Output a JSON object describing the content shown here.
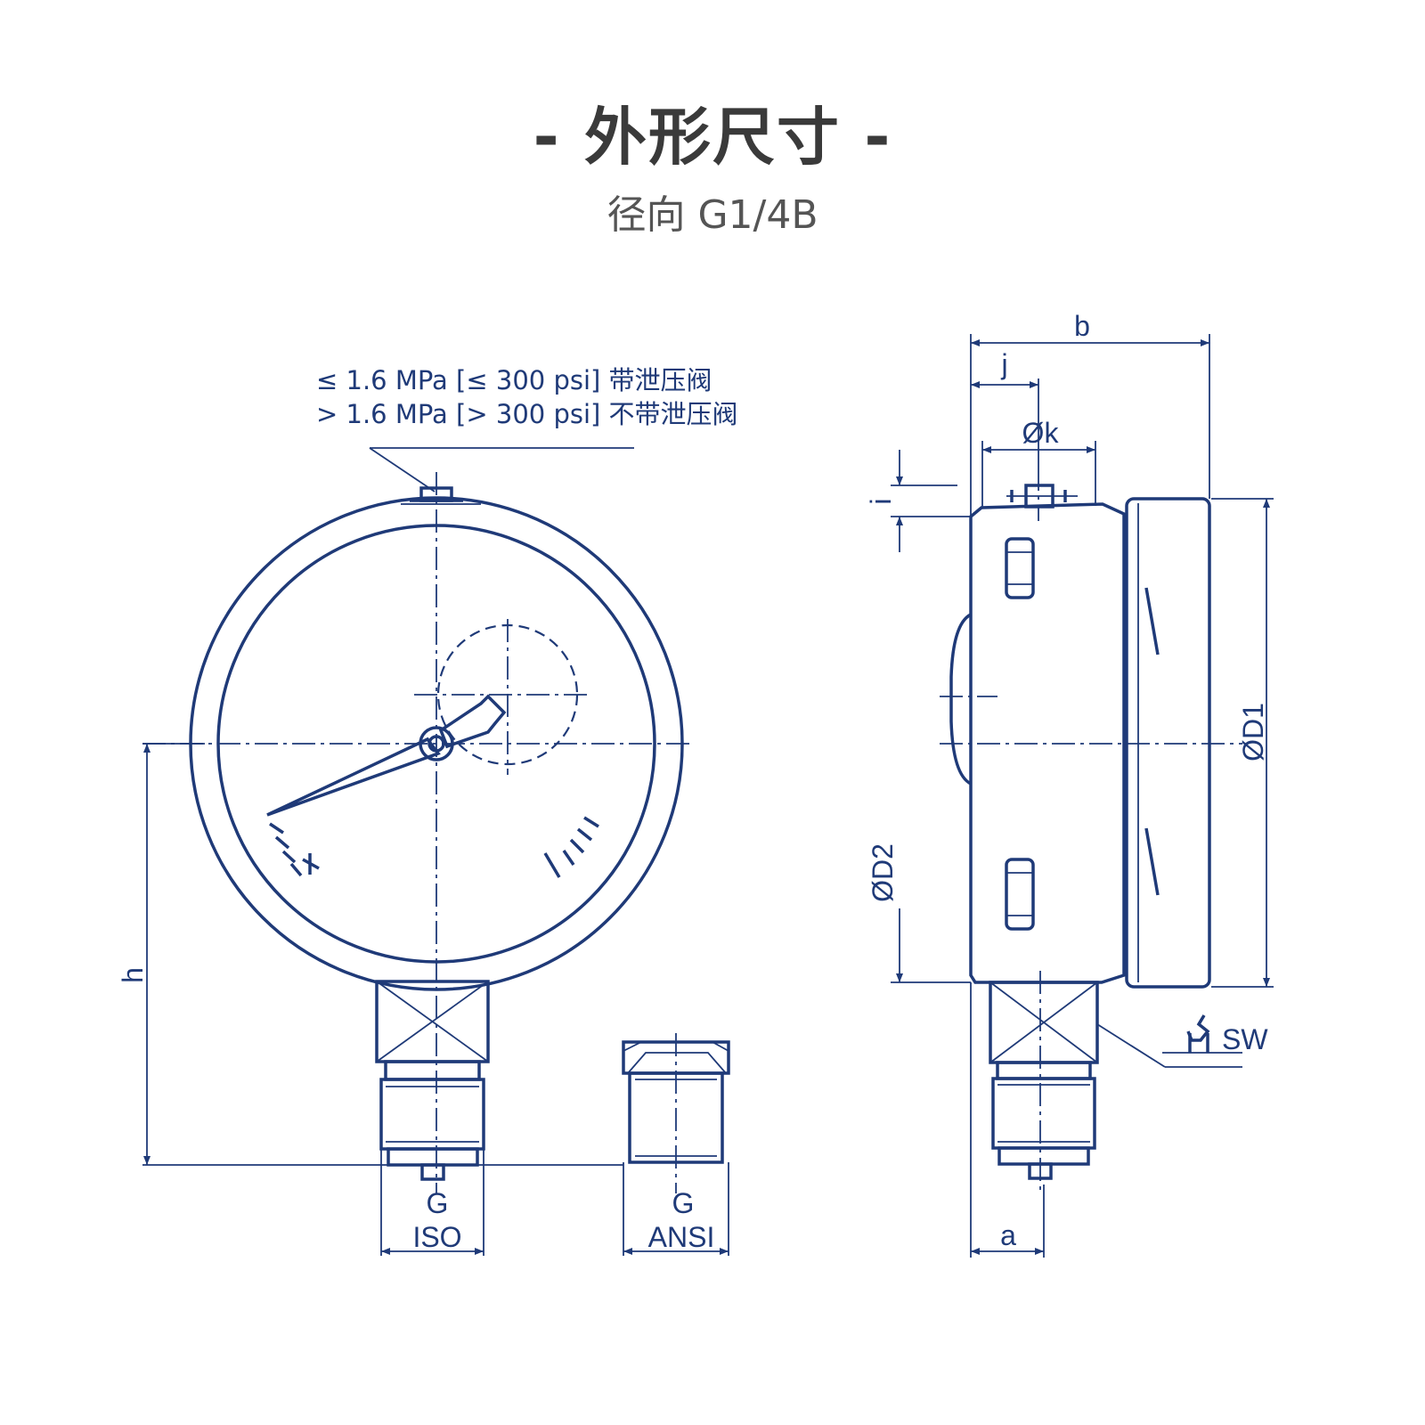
{
  "header": {
    "title": "- 外形尺寸 -",
    "subtitle": "径向 G1/4B"
  },
  "notes": {
    "line1": "≤ 1.6 MPa [≤ 300 psi] 带泄压阀",
    "line2": "> 1.6 MPa [> 300 psi] 不带泄压阀"
  },
  "dimensions": {
    "b": "b",
    "j": "j",
    "k": "Øk",
    "i": "i",
    "d1": "ØD1",
    "d2": "ØD2",
    "h": "h",
    "sw": "SW",
    "a": "a"
  },
  "connections": {
    "iso_g": "G",
    "iso": "ISO",
    "ansi_g": "G",
    "ansi": "ANSI"
  },
  "colors": {
    "line": "#1f3a78",
    "title": "#3a3a3a",
    "subtitle": "#555555"
  }
}
